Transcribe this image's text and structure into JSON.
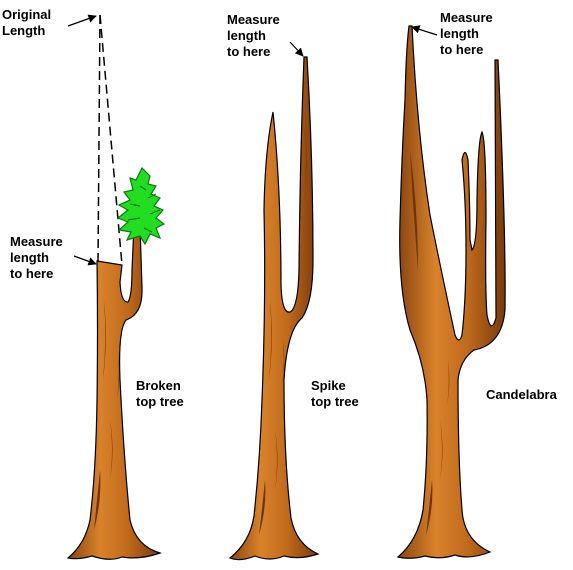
{
  "colors": {
    "trunk": "#b8651a",
    "trunk_light": "#d9822b",
    "trunk_outline": "#000000",
    "bark_streak": "#6e3408",
    "foliage": "#22dd22",
    "foliage_dark": "#0a7a0a",
    "text": "#000000"
  },
  "labels": {
    "original_length": "Original\nLength",
    "measure_broken": "Measure\nlength\nto here",
    "broken_caption": "Broken\ntop tree",
    "measure_spike": "Measure\nlength\nto here",
    "spike_caption": "Spike\ntop tree",
    "measure_candelabra": "Measure\nlength\nto here",
    "candelabra_caption": "Candelabra"
  }
}
